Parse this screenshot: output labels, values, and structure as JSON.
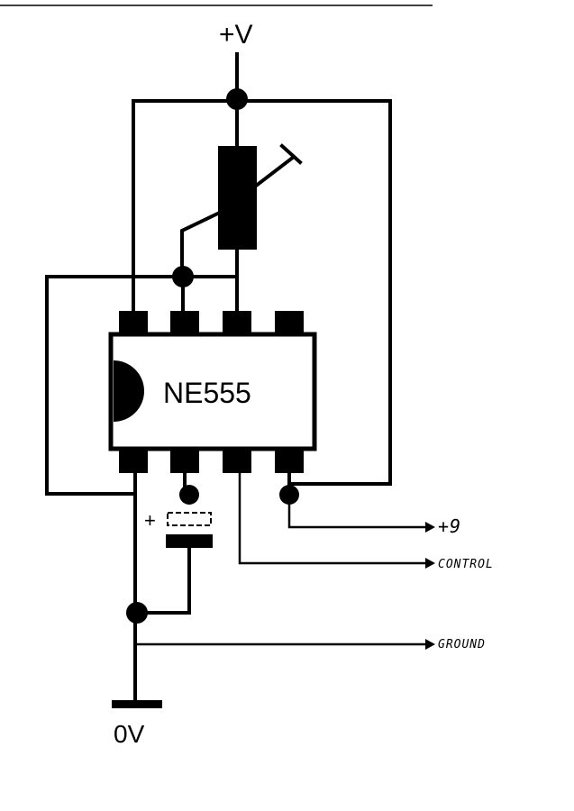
{
  "supply_label": "+V",
  "chip_label": "NE555",
  "ground_rail_label": "0V",
  "capacitor_polarity_label": "+",
  "outputs": {
    "output_label": "+9",
    "control_label": "CONTROL",
    "ground_label": "GROUND"
  }
}
